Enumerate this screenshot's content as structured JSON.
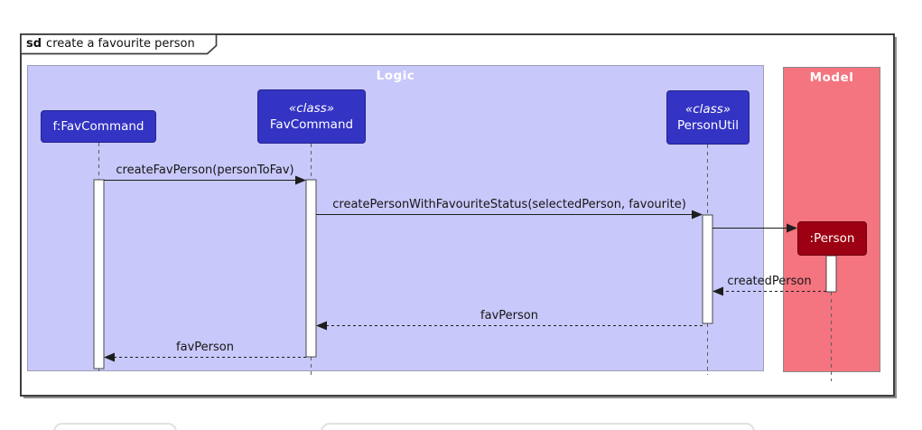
{
  "title": {
    "keyword": "sd",
    "text": "create a favourite person"
  },
  "frames": {
    "logic": {
      "label": "Logic",
      "fill": "#C8C8FA"
    },
    "model": {
      "label": "Model",
      "fill": "#F4747F"
    }
  },
  "participants": [
    {
      "id": "f-fav-command",
      "stereotype": "",
      "name": "f:FavCommand",
      "fill": "#3333C4"
    },
    {
      "id": "fav-command-class",
      "stereotype": "«class»",
      "name": "FavCommand",
      "fill": "#3333C4"
    },
    {
      "id": "person-util-class",
      "stereotype": "«class»",
      "name": "PersonUtil",
      "fill": "#3333C4"
    },
    {
      "id": "person-instance",
      "stereotype": "",
      "name": ":Person",
      "fill": "#9D0012"
    }
  ],
  "messages": [
    {
      "label": "createFavPerson(personToFav)",
      "type": "sync",
      "from": "f:FavCommand",
      "to": "FavCommand"
    },
    {
      "label": "createPersonWithFavouriteStatus(selectedPerson, favourite)",
      "type": "sync",
      "from": "FavCommand",
      "to": "PersonUtil"
    },
    {
      "label": "",
      "type": "create",
      "from": "PersonUtil",
      "to": ":Person"
    },
    {
      "label": "createdPerson",
      "type": "return",
      "from": ":Person",
      "to": "PersonUtil"
    },
    {
      "label": "favPerson",
      "type": "return",
      "from": "PersonUtil",
      "to": "FavCommand"
    },
    {
      "label": "favPerson",
      "type": "return",
      "from": "FavCommand",
      "to": "f:FavCommand"
    }
  ],
  "colors": {
    "logic_participant": "#3333C4",
    "model_participant": "#9D0012",
    "logic_frame_fill": "#C8C8FA",
    "model_frame_fill": "#F4747F",
    "frame_border": "#3f3f3f",
    "message_line": "#1d1d1d"
  }
}
